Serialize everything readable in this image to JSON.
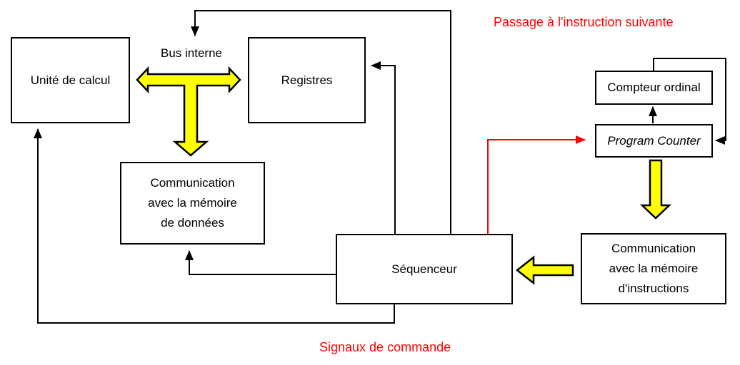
{
  "diagram": {
    "boxes": {
      "unite_calcul": {
        "label": "Unité de calcul"
      },
      "registres": {
        "label": "Registres"
      },
      "comm_donnees": {
        "lines": [
          "Communication",
          "avec la mémoire",
          "de données"
        ]
      },
      "sequenceur": {
        "label": "Séquenceur"
      },
      "compteur_ordinal": {
        "label": "Compteur ordinal"
      },
      "program_counter": {
        "label": "Program Counter"
      },
      "comm_instructions": {
        "lines": [
          "Communication",
          "avec la mémoire",
          "d'instructions"
        ]
      }
    },
    "labels": {
      "bus_interne": "Bus interne",
      "passage_instruction": "Passage à l'instruction suivante",
      "signaux_commande": "Signaux de commande"
    },
    "colors": {
      "bus_arrow_fill": "#ffff00",
      "annotation_red": "#ff0000",
      "wire_black": "#000000",
      "box_background": "#ffffff"
    }
  }
}
